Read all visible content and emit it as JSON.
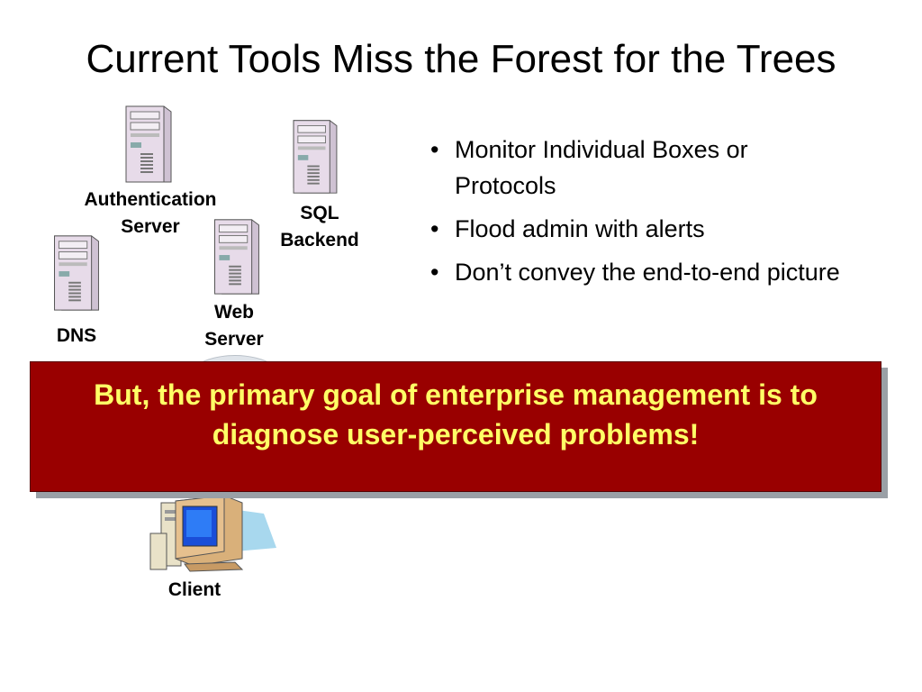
{
  "slide": {
    "title": "Current Tools Miss the Forest for the Trees",
    "bullets": [
      "Monitor Individual Boxes or Protocols",
      "Flood admin with alerts",
      "Don’t convey the end-to-end picture"
    ],
    "diagram": {
      "auth_label": "Authentication Server",
      "sql_label": "SQL Backend",
      "dns_label": "DNS",
      "web_label": "Web Server",
      "client_label": "Client"
    },
    "callout": "But, the primary goal of enterprise management is to diagnose user-perceived problems!"
  },
  "colors": {
    "callout_background": "#990000",
    "callout_text": "#ffff66",
    "server_body": "#e7dbe9"
  },
  "icons": [
    "server-icon",
    "cloud-icon",
    "desktop-computer-icon"
  ]
}
